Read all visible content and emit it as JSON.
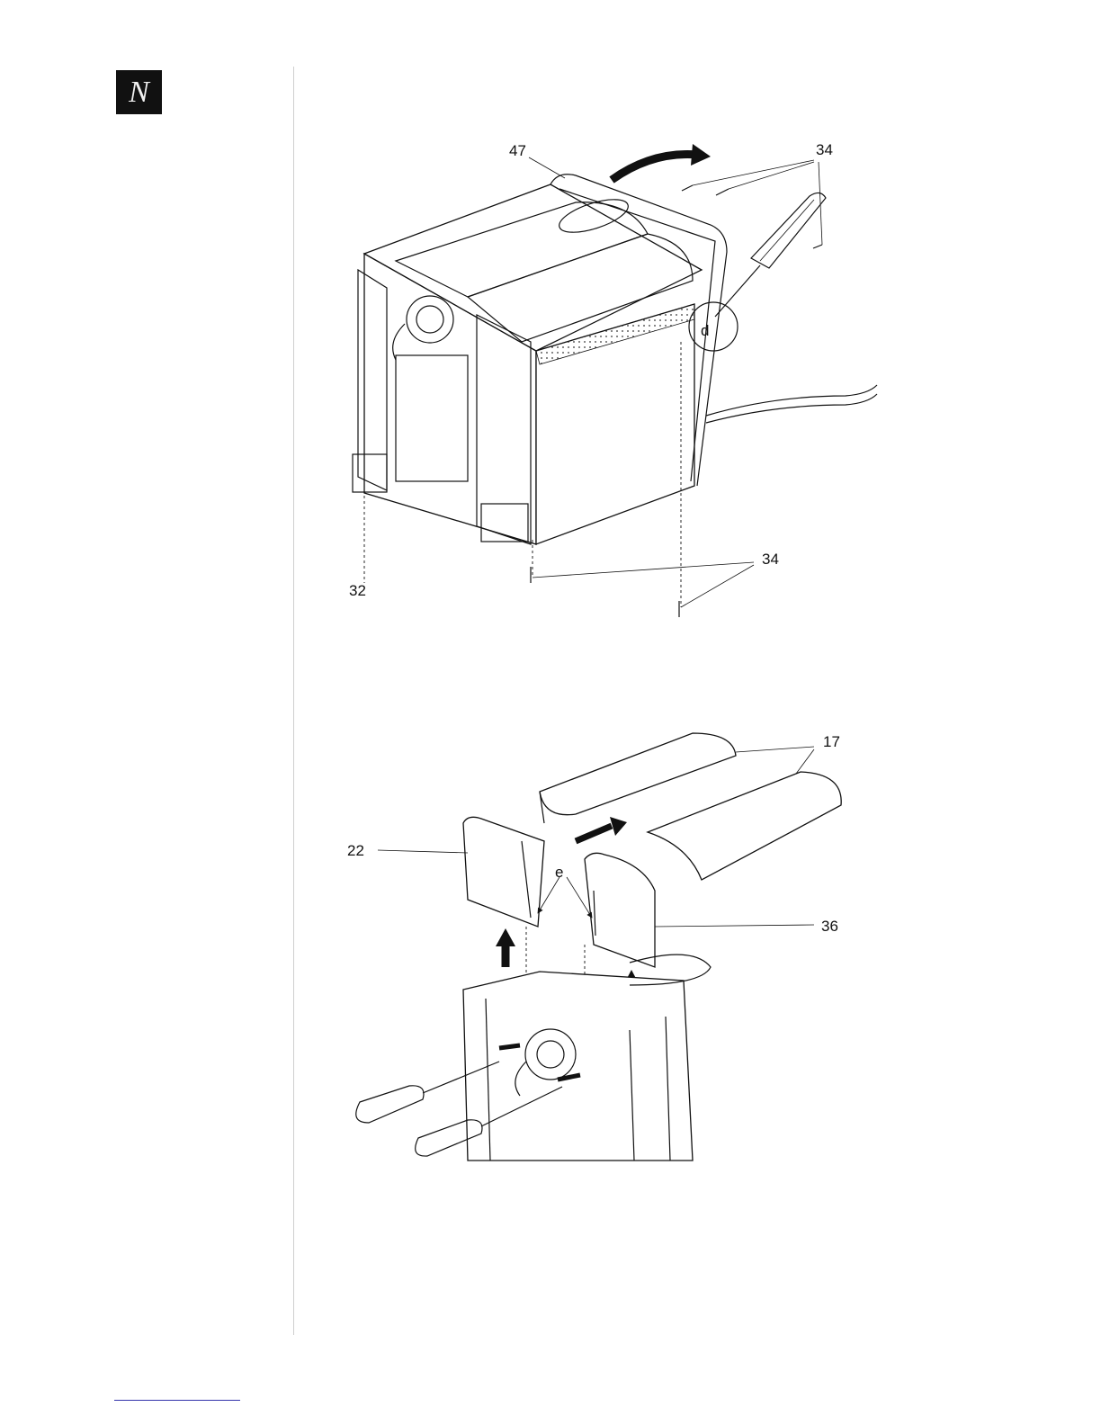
{
  "header": {
    "logo_text": "N"
  },
  "figure1": {
    "callouts": {
      "cover_panel": "47",
      "screws_top": "34",
      "screws_bottom": "34",
      "base": "32",
      "detail": "d"
    }
  },
  "figure2": {
    "callouts": {
      "top_covers": "17",
      "left_panel": "22",
      "right_panel": "36",
      "clips": "e"
    }
  }
}
